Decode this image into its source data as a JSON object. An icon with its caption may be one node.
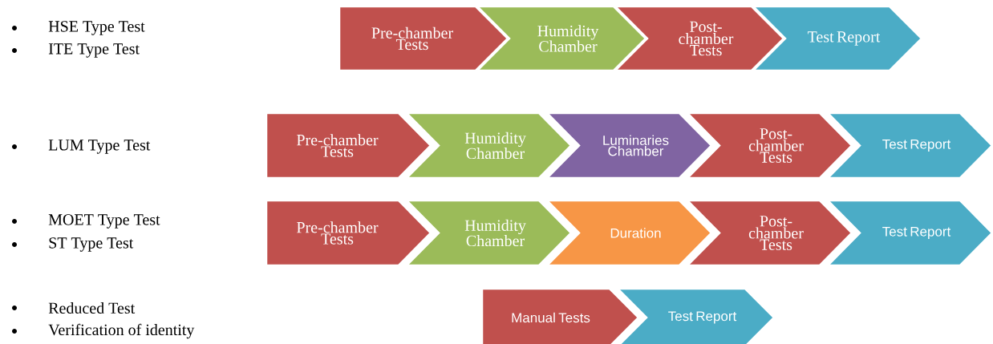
{
  "diagram": {
    "nodes": [
      {
        "text": [
          "Pre-chamber Tests"
        ]
      },
      {
        "text": [
          "Humidity Chamber"
        ]
      },
      {
        "text": [
          "Post-chamber Tests"
        ]
      },
      {
        "text": [
          "Test Report"
        ]
      },
      {
        "text": [
          "Pre-chamber Tests"
        ]
      },
      {
        "text": [
          "Humidity Chamber"
        ]
      },
      {
        "text": [
          "Luminaries Chamber"
        ]
      },
      {
        "text": [
          "Post-chamber Tests"
        ]
      },
      {
        "text": [
          "Test Report"
        ]
      },
      {
        "text": [
          "Pre-chamber Tests"
        ]
      },
      {
        "text": [
          "Humidity Chamber"
        ]
      },
      {
        "text": [
          "Duration"
        ]
      },
      {
        "text": [
          "Post-chamber Tests"
        ]
      },
      {
        "text": [
          "Test Report"
        ]
      },
      {
        "text": [
          "Manual Tests"
        ]
      },
      {
        "text": [
          "Test Report"
        ]
      }
    ],
    "labels": [
      "HSE Type Test",
      "ITE Type Test",
      "LUM Type Test",
      "MOET Type Test",
      "ST Type Test",
      "Reduced Test",
      "Verification of identity"
    ]
  }
}
